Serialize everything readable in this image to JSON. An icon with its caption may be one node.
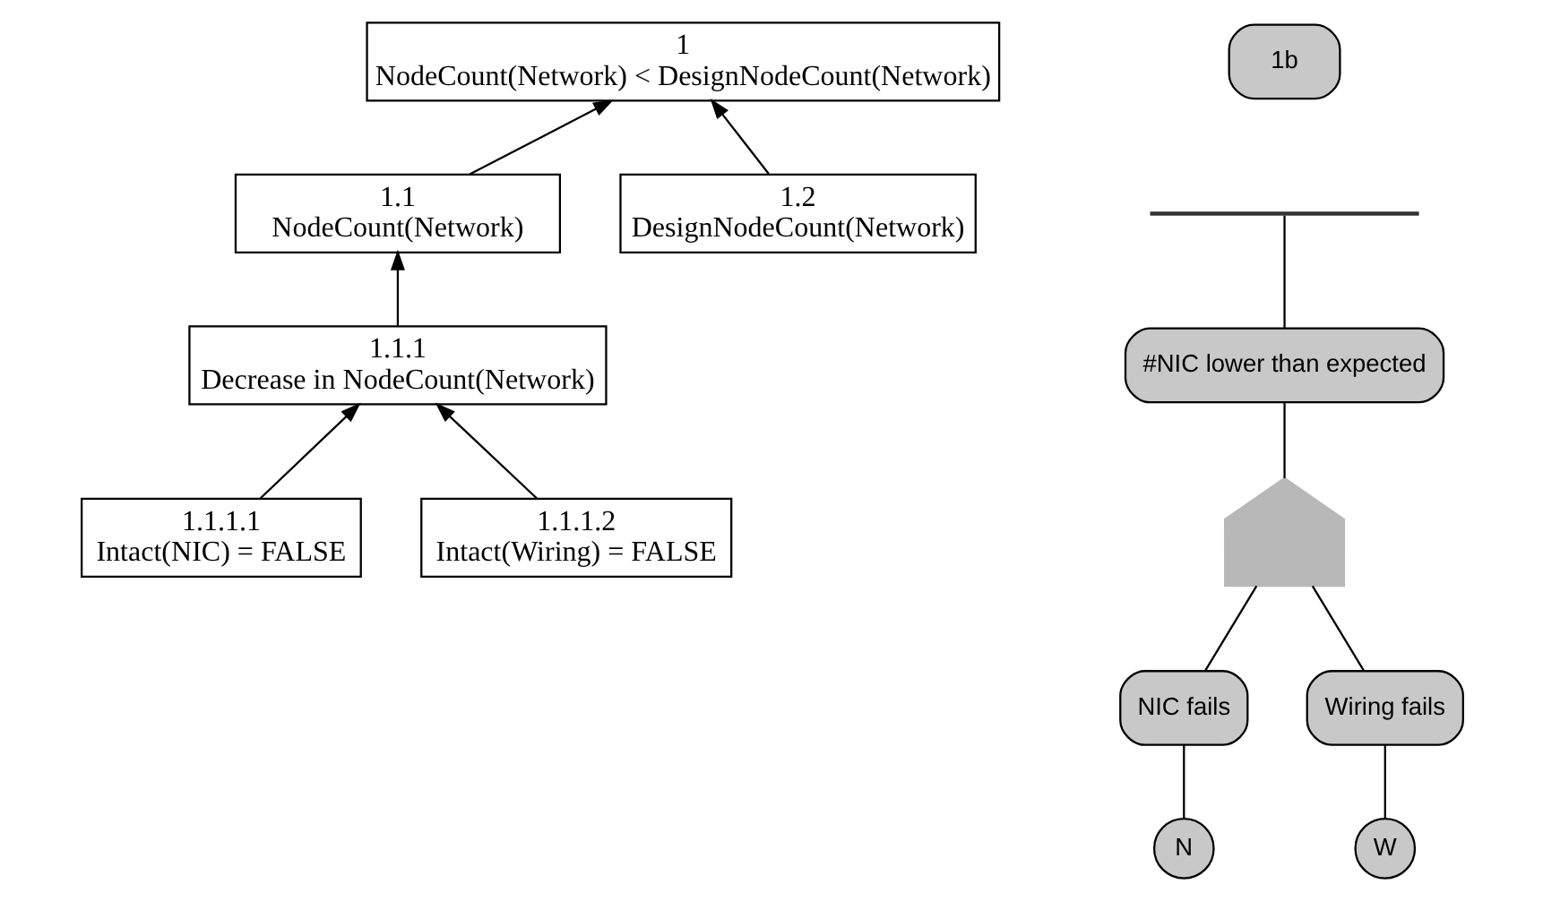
{
  "diagram": {
    "nodes": [
      {
        "text": [
          "1",
          "NodeCount(Network) < DesignNodeCount(Network)"
        ]
      },
      {
        "text": [
          "1.1",
          "NodeCount(Network)"
        ]
      },
      {
        "text": [
          "1.2",
          "DesignNodeCount(Network)"
        ]
      },
      {
        "text": [
          "1.1.1",
          "Decrease in NodeCount(Network)"
        ]
      },
      {
        "text": [
          "1.1.1.1",
          "Intact(NIC) = FALSE"
        ]
      },
      {
        "text": [
          "1.1.1.2",
          "Intact(Wiring) = FALSE"
        ]
      },
      {
        "text": [
          "1b"
        ]
      },
      {
        "text": [],
        "shape": "bar"
      },
      {
        "text": [
          "#NIC lower than expected"
        ]
      },
      {
        "text": [],
        "shape": "gate"
      },
      {
        "text": [
          "NIC fails"
        ]
      },
      {
        "text": [
          "Wiring fails"
        ]
      },
      {
        "text": [
          "N"
        ]
      },
      {
        "text": [
          "W"
        ]
      }
    ],
    "edges": [
      {
        "from": 1,
        "to": 0,
        "arrow": "to"
      },
      {
        "from": 2,
        "to": 0,
        "arrow": "to"
      },
      {
        "from": 3,
        "to": 1,
        "arrow": "to"
      },
      {
        "from": 4,
        "to": 3,
        "arrow": "to"
      },
      {
        "from": 5,
        "to": 3,
        "arrow": "to"
      },
      {
        "from": 7,
        "to": 8,
        "arrow": "none"
      },
      {
        "from": 8,
        "to": 9,
        "arrow": "none"
      },
      {
        "from": 9,
        "to": 10,
        "arrow": "none"
      },
      {
        "from": 9,
        "to": 11,
        "arrow": "none"
      },
      {
        "from": 10,
        "to": 12,
        "arrow": "none"
      },
      {
        "from": 11,
        "to": 13,
        "arrow": "none"
      }
    ]
  }
}
